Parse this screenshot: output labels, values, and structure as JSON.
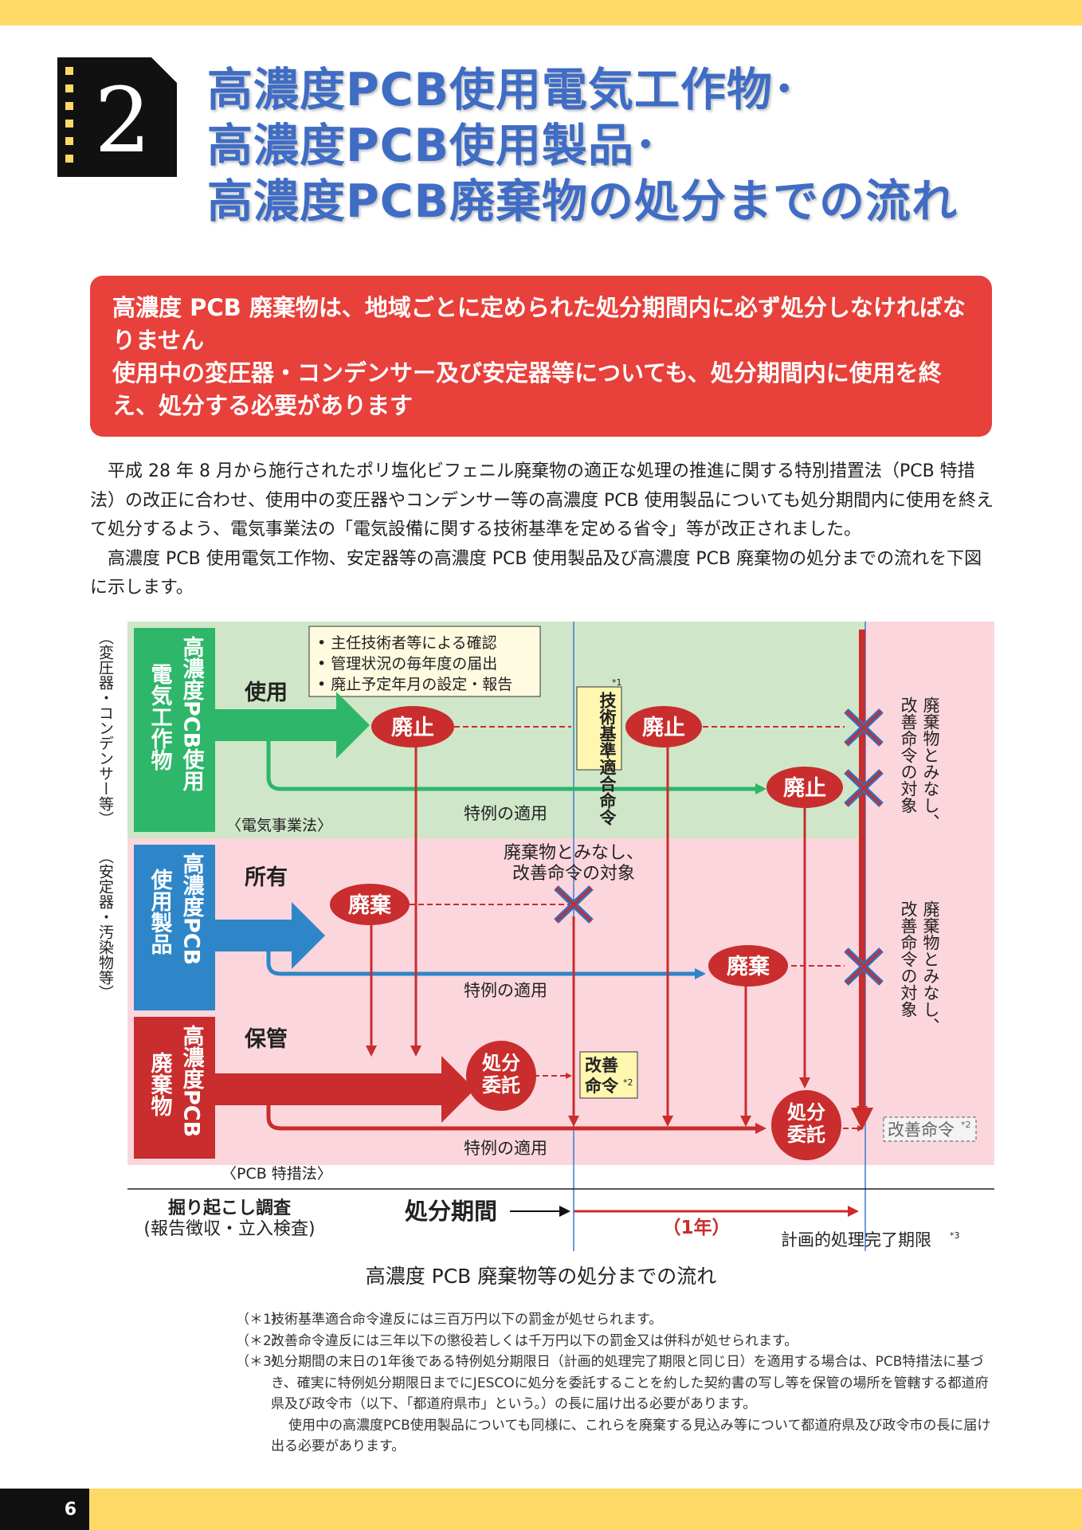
{
  "page_number": "6",
  "section": {
    "number": "2"
  },
  "title_lines": [
    "高濃度PCB使用電気工作物･",
    "高濃度PCB使用製品･",
    "高濃度PCB廃棄物の処分までの流れ"
  ],
  "alert_lines": [
    "高濃度 PCB 廃棄物は、地域ごとに定められた処分期間内に必ず処分しなければなりません",
    "使用中の変圧器・コンデンサー及び安定器等についても、処分期間内に使用を終え、処分する必要があります"
  ],
  "body_paragraphs": [
    "平成 28 年 8 月から施行されたポリ塩化ビフェニル廃棄物の適正な処理の推進に関する特別措置法（PCB 特措法）の改正に合わせ、使用中の変圧器やコンデンサー等の高濃度 PCB 使用製品についても処分期間内に使用を終えて処分するよう、電気事業法の「電気設備に関する技術基準を定める省令」等が改正されました。",
    "高濃度 PCB 使用電気工作物、安定器等の高濃度 PCB 使用製品及び高濃度 PCB 廃棄物の処分までの流れを下図に示します。"
  ],
  "diagram": {
    "side_label_top": "（変圧器・コンデンサー等）",
    "side_label_mid": "（安定器・汚染物等）",
    "row1_label": [
      "高濃度PCB使用",
      "電気工作物"
    ],
    "row2_label": [
      "高濃度PCB",
      "使用製品"
    ],
    "row3_label": [
      "高濃度PCB",
      "廃棄物"
    ],
    "checklist": [
      "• 主任技術者等による確認",
      "• 管理状況の毎年度の届出",
      "• 廃止予定年月の設定・報告"
    ],
    "use": "使用",
    "own": "所有",
    "store": "保管",
    "abolish": "廃止",
    "discard": "廃棄",
    "consign_1": "処分",
    "consign_2": "委託",
    "tech_order": "技術基準適合命令",
    "star1": "*1",
    "improve_order": "改善命令",
    "improve_order_inline": "改善命令",
    "improve_order_l1": "改善",
    "improve_order_l2": "命令",
    "star2": "*2",
    "deemed_waste_l1": "廃棄物とみなし、",
    "deemed_waste_l2": "改善命令の対象",
    "special_rule": "特例の適用",
    "elec_law": "〈電気事業法〉",
    "pcb_law": "〈PCB 特措法〉",
    "dig_survey_l1": "掘り起こし調査",
    "dig_survey_l2": "(報告徴収・立入検査)",
    "disposal_period": "処分期間",
    "one_year": "（1年）",
    "deadline": "計画的処理完了期限",
    "star3": "*3",
    "colors": {
      "green_bg": "#cfe7c8",
      "pink_bg": "#fbd6dd",
      "green": "#2eb66a",
      "blue": "#2e86c8",
      "red": "#c92d2d"
    }
  },
  "caption": "高濃度 PCB 廃棄物等の処分までの流れ",
  "notes": [
    {
      "mark": "（＊1）",
      "text": "技術基準適合命令違反には三百万円以下の罰金が処せられます。"
    },
    {
      "mark": "（＊2）",
      "text": "改善命令違反には三年以下の懲役若しくは千万円以下の罰金又は併科が処せられます。"
    },
    {
      "mark": "（＊3）",
      "text": "処分期間の末日の1年後である特例処分期限日（計画的処理完了期限と同じ日）を適用する場合は、PCB特措法に基づき、確実に特例処分期限日までにJESCOに処分を委託することを約した契約書の写し等を保管の場所を管轄する都道府県及び政令市（以下、「都道府県市」という。）の長に届け出る必要があります。"
    }
  ],
  "note_extra": "使用中の高濃度PCB使用製品についても同様に、これらを廃棄する見込み等について都道府県及び政令市の長に届け出る必要があります。"
}
